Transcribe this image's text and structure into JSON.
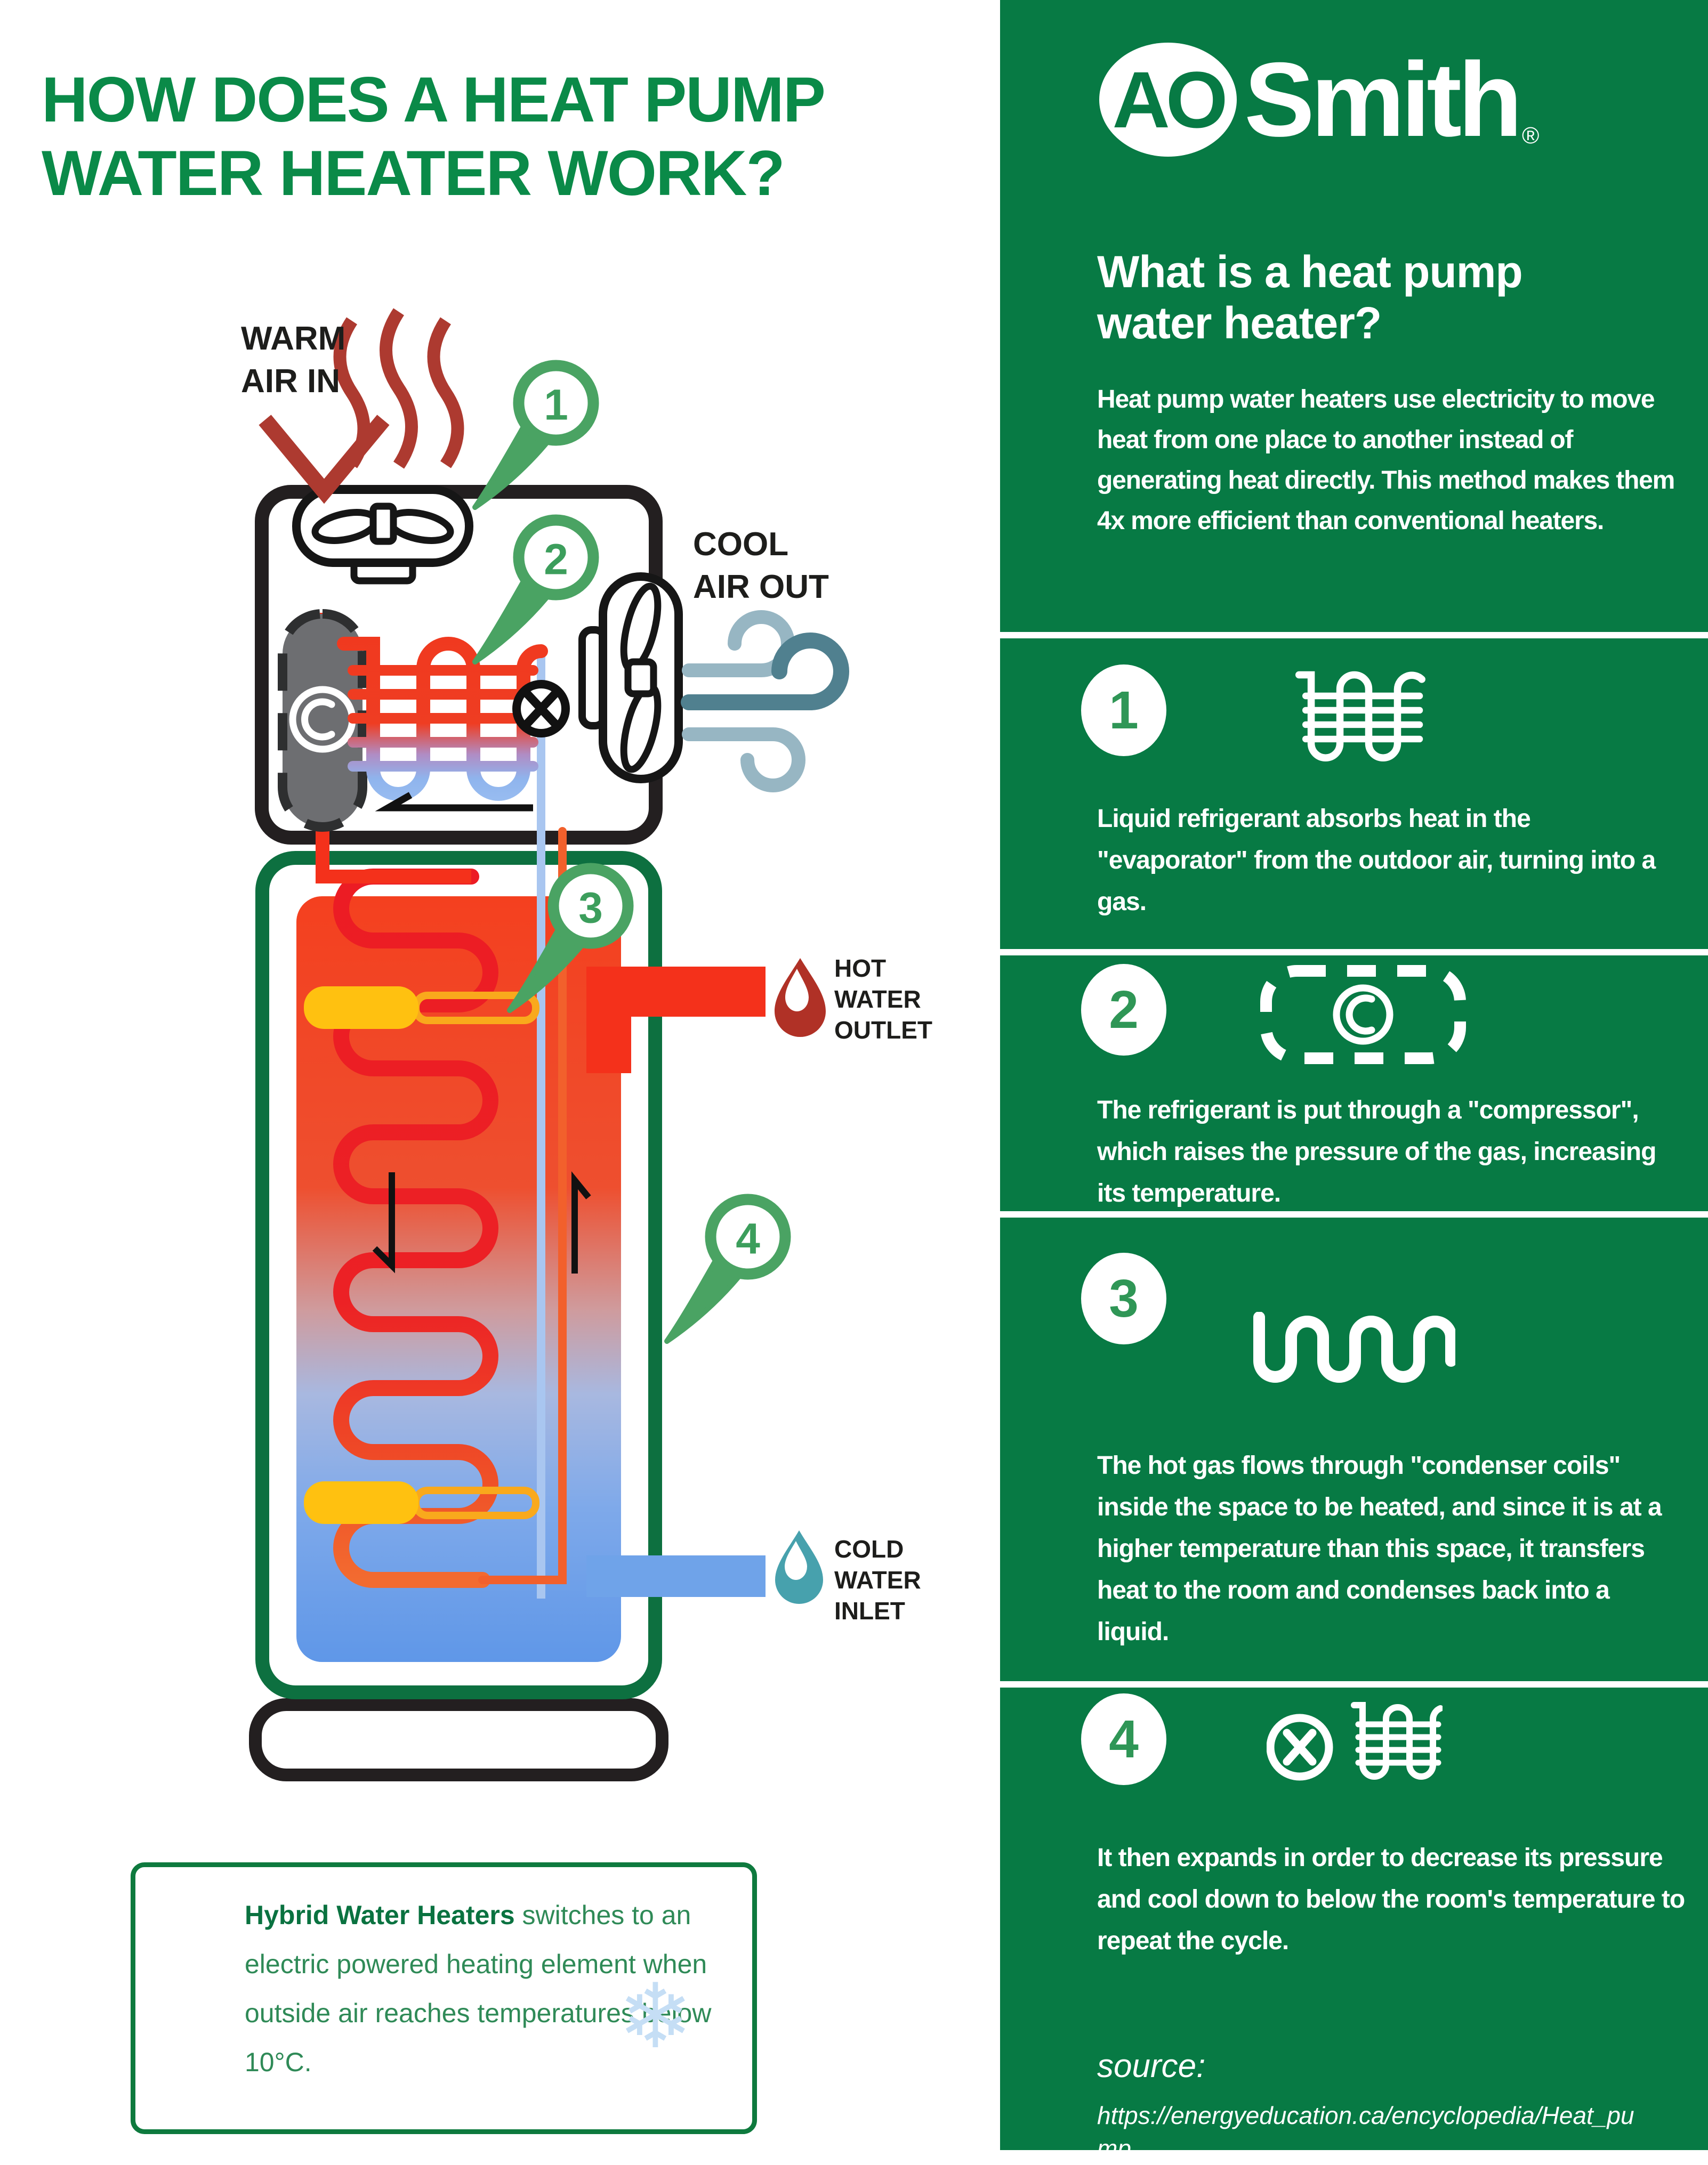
{
  "title": "HOW DOES A HEAT PUMP WATER HEATER WORK?",
  "diagram": {
    "warm_air": [
      "WARM",
      "AIR IN"
    ],
    "cool_air": [
      "COOL",
      "AIR OUT"
    ],
    "hot_water": [
      "HOT",
      "WATER",
      "OUTLET"
    ],
    "cold_water": [
      "COLD",
      "WATER",
      "INLET"
    ],
    "callout_1": "1",
    "callout_2": "2",
    "callout_3": "3",
    "callout_4": "4"
  },
  "hybrid_note": {
    "bold": "Hybrid Water Heaters",
    "text": " switches to an electric powered heating element when outside air reaches temperatures below 10°C.",
    "snowflake_icon": "❄"
  },
  "panel": {
    "logo_ao": "AO",
    "logo_smith": "Smith",
    "logo_reg": "®",
    "heading": "What is a heat pump water heater?",
    "intro": "Heat pump water heaters use electricity to move heat from one place to another instead of generating heat directly. This method makes them 4x more efficient than conventional heaters.",
    "steps": [
      {
        "num": "1",
        "icon": "evaporator-coil-icon",
        "text": "Liquid refrigerant absorbs heat in the \"evaporator\" from the outdoor air, turning into a gas."
      },
      {
        "num": "2",
        "icon": "compressor-icon",
        "text": "The refrigerant is put through a \"compressor\", which raises the pressure of the gas, increasing its temperature."
      },
      {
        "num": "3",
        "icon": "condenser-coil-icon",
        "text": "The hot gas flows through \"condenser coils\" inside the space to be heated, and since it is at a higher temperature than this space, it transfers heat to the room and condenses back into a liquid."
      },
      {
        "num": "4",
        "icon": "expansion-valve-icon",
        "text": "It then expands in order to decrease its pressure and cool down to below the room's temperature to repeat the cycle."
      }
    ],
    "source_label": "source:",
    "source_url": "https://energyeducation.ca/encyclopedia/Heat_pump"
  },
  "colors": {
    "brand_green": "#077a44",
    "title_green": "#0a8a48",
    "callout_green": "#4aa363",
    "tank_border_green": "#0d7040",
    "warm_arrow_red": "#ad3a30",
    "hot_pipe_red": "#f4311b",
    "coil_red": "#ec1c24",
    "cold_pipe_blue": "#6fa3e9",
    "refrigerant_line_blue": "#a9c6f0",
    "droplet_red": "#b03126",
    "droplet_teal": "#47a1ad",
    "wind_light": "#97b6c3",
    "wind_dark": "#50808f",
    "element_yellow": "#ffc110",
    "compressor_gray": "#6d6e71",
    "ink_black": "#231f20"
  }
}
